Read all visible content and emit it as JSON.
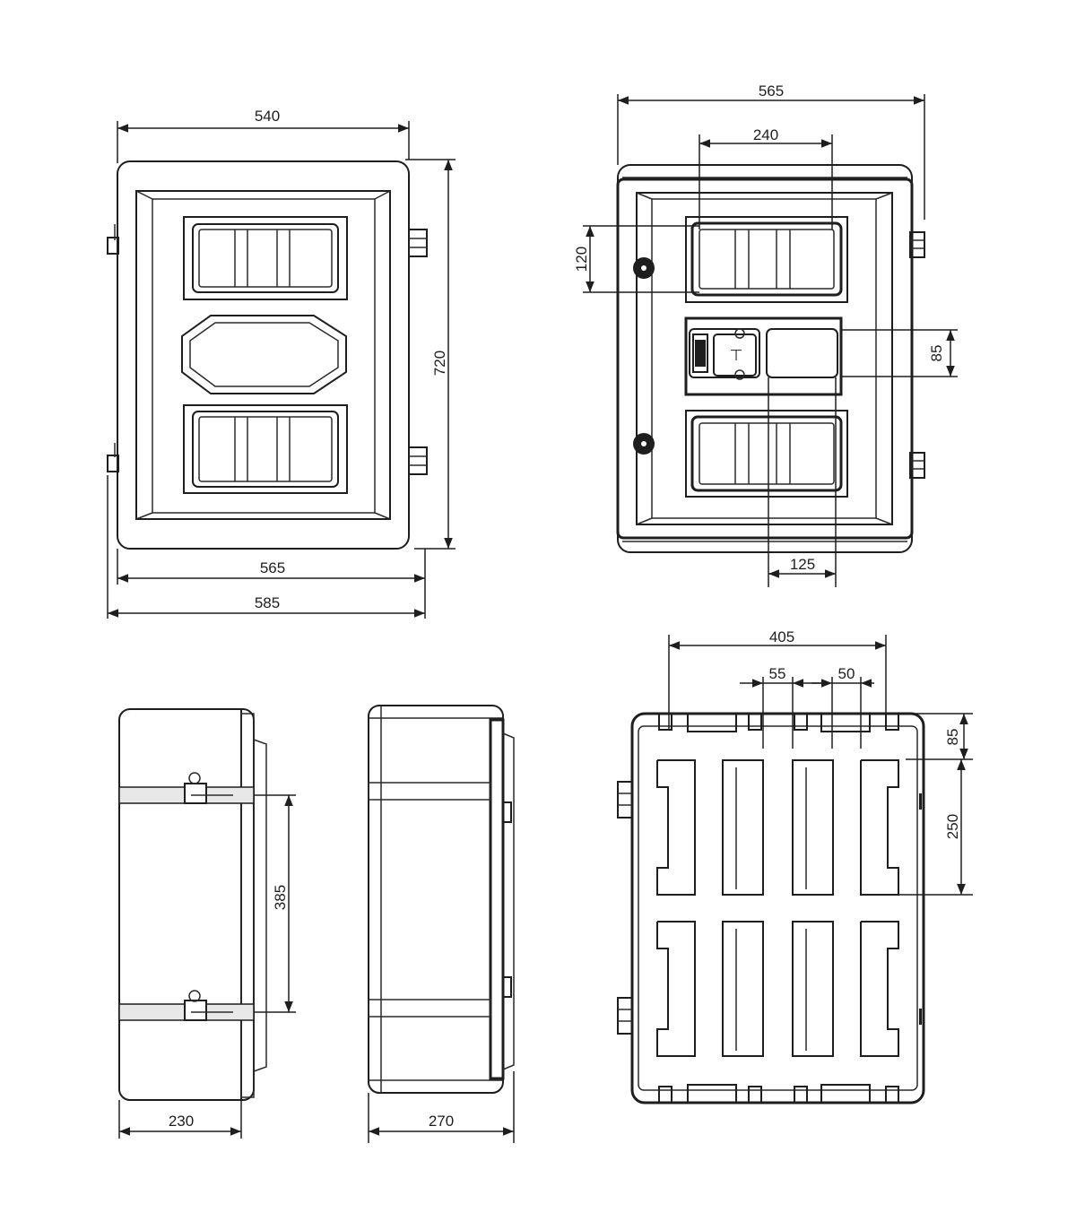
{
  "dimensions": {
    "front_width_inner": "540",
    "front_height": "720",
    "front_width_body": "565",
    "front_width_overall": "585",
    "top_width": "565",
    "top_window_width": "240",
    "top_window_height": "120",
    "top_meter_height": "85",
    "top_meter_width": "125",
    "side_depth_left": "230",
    "side_hinge_spacing": "385",
    "side_depth_right": "270",
    "back_width": "405",
    "back_slot_a": "55",
    "back_slot_b": "50",
    "back_top_offset": "85",
    "back_rib_height": "250"
  },
  "colors": {
    "stroke": "#1e1e1e",
    "background": "#ffffff"
  }
}
